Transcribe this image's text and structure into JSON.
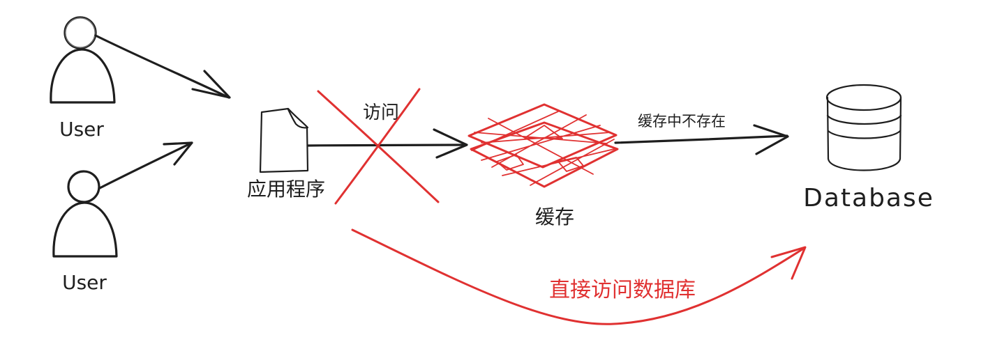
{
  "users": [
    {
      "label": "User"
    },
    {
      "label": "User"
    }
  ],
  "app": {
    "label": "应用程序"
  },
  "edge_access": {
    "label": "访问"
  },
  "cache": {
    "label": "缓存"
  },
  "edge_miss": {
    "label": "缓存中不存在"
  },
  "database": {
    "label": "Database"
  },
  "edge_direct": {
    "label": "直接访问数据库"
  },
  "colors": {
    "stroke": "#1e1e1e",
    "accent": "#e03131",
    "hatch": "#b8bcc2"
  }
}
